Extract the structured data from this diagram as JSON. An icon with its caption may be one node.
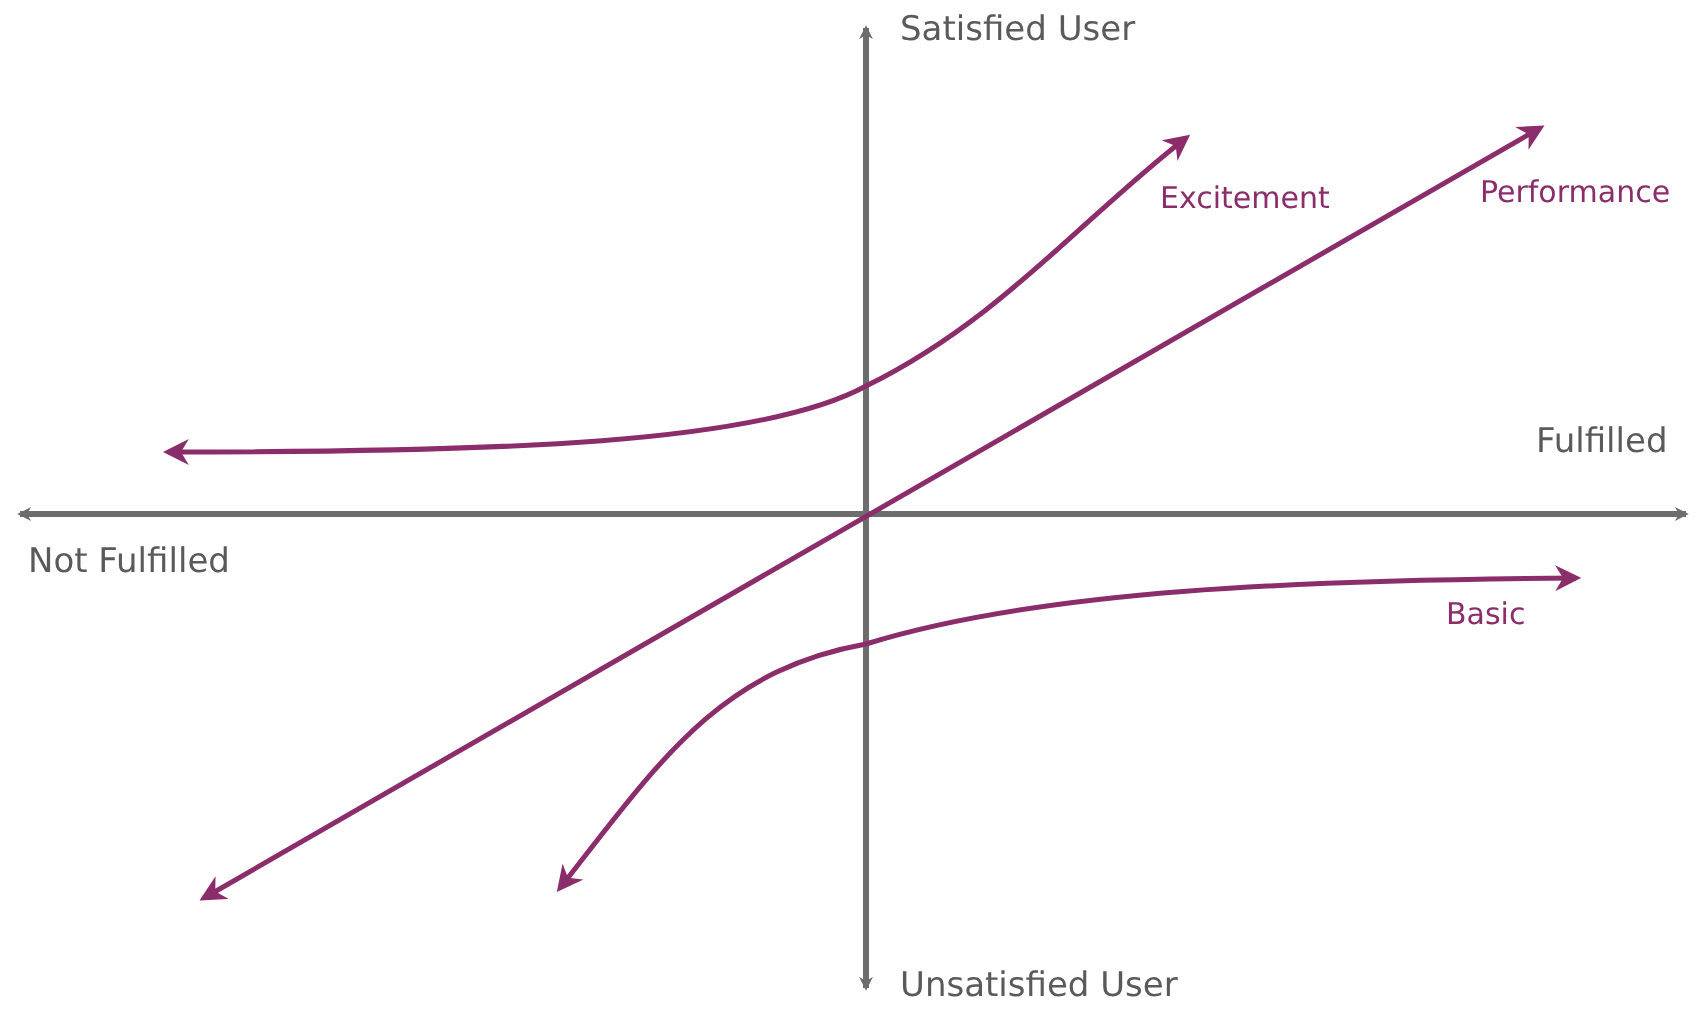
{
  "diagram": {
    "labels": [
      "Satisfied User",
      "Excitement",
      "Performance",
      "Fulfilled",
      "Not Fulfilled",
      "Basic",
      "Unsatisfied User"
    ]
  }
}
